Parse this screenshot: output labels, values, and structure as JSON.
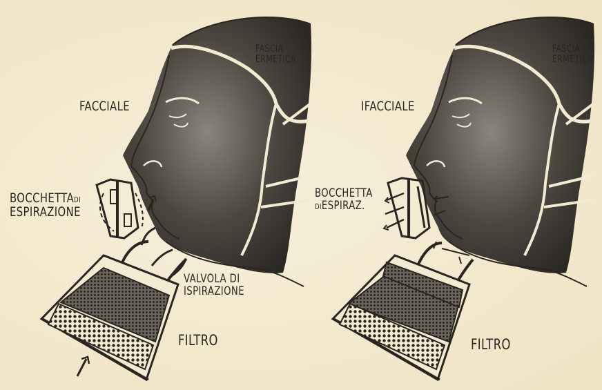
{
  "panels": [
    {
      "labels": {
        "fascia": [
          "FASCIA",
          "ERMETICA"
        ],
        "facciale": "FACCIALE",
        "bocchetta": [
          "BOCCHETTA",
          "DI",
          "ESPIRAZIONE"
        ],
        "valvola": [
          "VALVOLA DI",
          "ISPIRAZIONE"
        ],
        "filtro": "FILTRO"
      }
    },
    {
      "labels": {
        "fascia": [
          "FASCIA",
          "ERMETICA"
        ],
        "facciale": "IFACCIALE",
        "bocchetta": [
          "BOCCHETTA",
          "DI",
          "ESPIRAZ."
        ],
        "filtro": "FILTRO"
      }
    }
  ],
  "colors": {
    "ink": "#2a2520",
    "shade": "#4a4540",
    "paper": "#f3ead2"
  }
}
